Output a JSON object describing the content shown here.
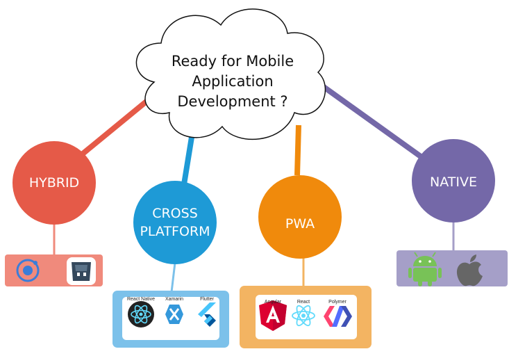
{
  "title": {
    "lines": [
      "Ready for Mobile",
      "Application",
      "Development ?"
    ]
  },
  "categories": [
    {
      "id": "hybrid",
      "label_lines": [
        "HYBRID"
      ],
      "color": "#e55a48",
      "tray_color": "#f08a7c",
      "icons": [
        "ionic-icon",
        "cordova-icon"
      ]
    },
    {
      "id": "cross",
      "label_lines": [
        "CROSS",
        "PLATFORM"
      ],
      "color": "#1e9ad6",
      "tray_color": "#7cc1ea",
      "logos": [
        {
          "name": "react-native-icon",
          "caption": "React Native"
        },
        {
          "name": "xamarin-icon",
          "caption": "Xamarin"
        },
        {
          "name": "flutter-icon",
          "caption": "Flutter"
        }
      ]
    },
    {
      "id": "pwa",
      "label_lines": [
        "PWA"
      ],
      "color": "#f08a0c",
      "tray_color": "#f3b462",
      "logos": [
        {
          "name": "angular-icon",
          "caption": "Angular"
        },
        {
          "name": "react-icon",
          "caption": "React"
        },
        {
          "name": "polymer-icon",
          "caption": "Polymer"
        }
      ]
    },
    {
      "id": "native",
      "label_lines": [
        "NATIVE"
      ],
      "color": "#7468a8",
      "tray_color": "#a59fc8",
      "icons": [
        "android-icon",
        "apple-icon"
      ]
    }
  ]
}
